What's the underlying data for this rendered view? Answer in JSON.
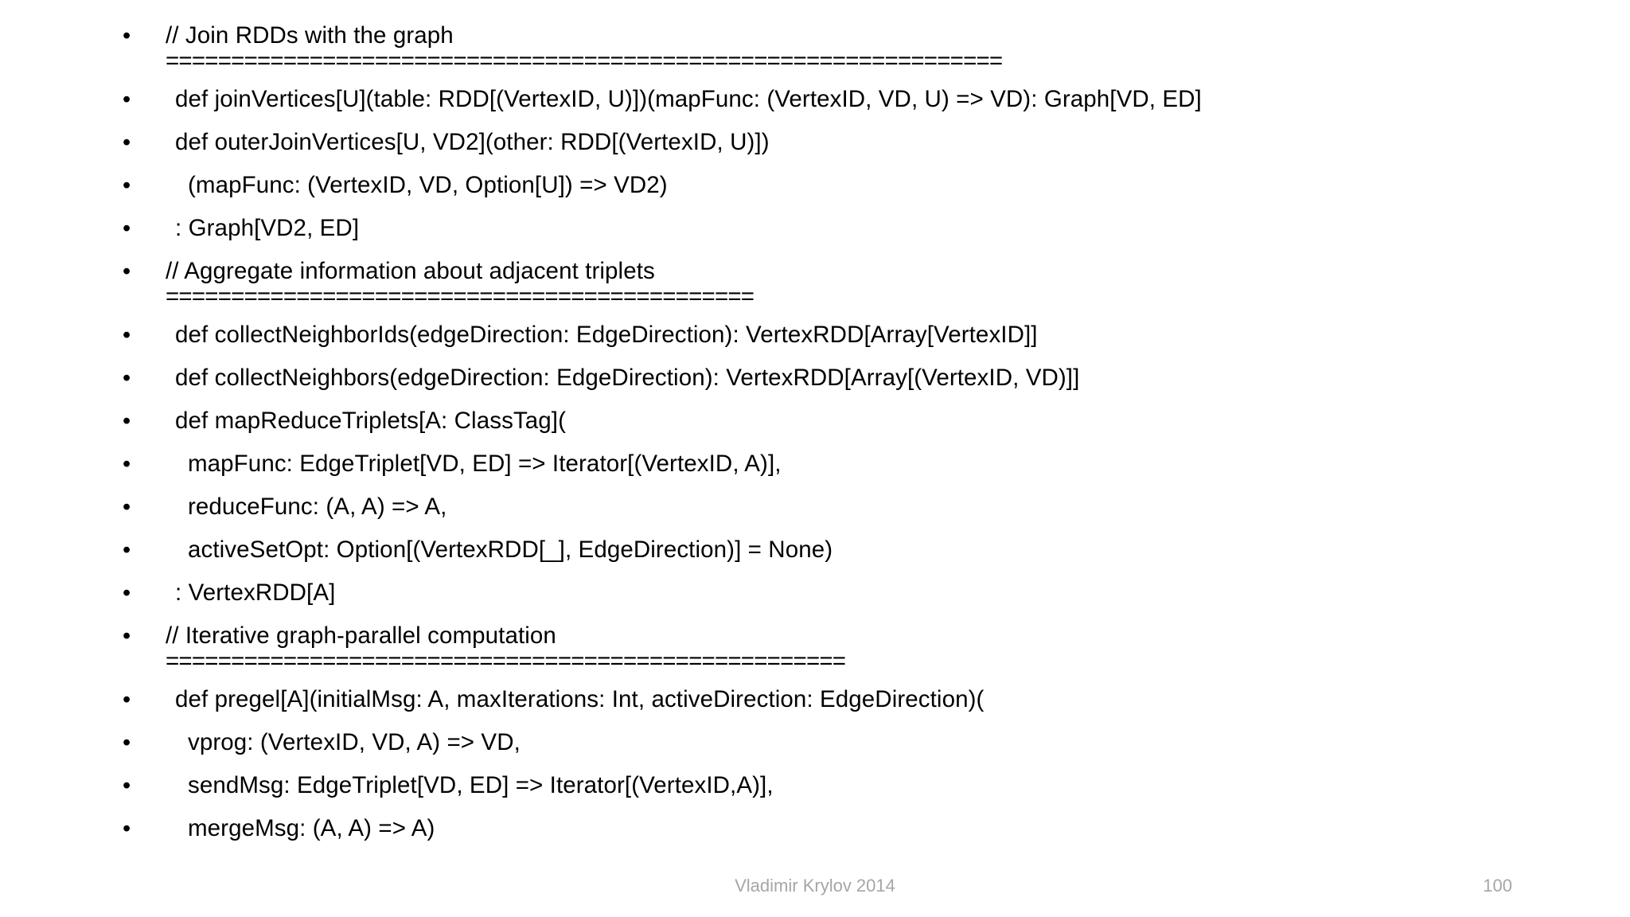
{
  "slide": {
    "bullet_glyph": "•",
    "lines": [
      {
        "text": "// Join RDDs with the graph",
        "indent": 1,
        "rule": "================================================================"
      },
      {
        "text": "def joinVertices[U](table: RDD[(VertexID, U)])(mapFunc: (VertexID, VD, U) => VD): Graph[VD, ED]",
        "indent": 2,
        "rule": ""
      },
      {
        "text": "def outerJoinVertices[U, VD2](other: RDD[(VertexID, U)])",
        "indent": 2,
        "rule": ""
      },
      {
        "text": "(mapFunc: (VertexID, VD, Option[U]) => VD2)",
        "indent": 3,
        "rule": ""
      },
      {
        "text": ": Graph[VD2, ED]",
        "indent": 2,
        "rule": ""
      },
      {
        "text": "// Aggregate information about adjacent triplets",
        "indent": 1,
        "rule": "============================================="
      },
      {
        "text": "def collectNeighborIds(edgeDirection: EdgeDirection): VertexRDD[Array[VertexID]]",
        "indent": 2,
        "rule": ""
      },
      {
        "text": "def collectNeighbors(edgeDirection: EdgeDirection): VertexRDD[Array[(VertexID, VD)]]",
        "indent": 2,
        "rule": ""
      },
      {
        "text": "def mapReduceTriplets[A: ClassTag](",
        "indent": 2,
        "rule": ""
      },
      {
        "text": "mapFunc: EdgeTriplet[VD, ED] => Iterator[(VertexID, A)],",
        "indent": 3,
        "rule": ""
      },
      {
        "text": "reduceFunc: (A, A) => A,",
        "indent": 3,
        "rule": ""
      },
      {
        "text": "activeSetOpt: Option[(VertexRDD[_], EdgeDirection)] = None)",
        "indent": 3,
        "rule": ""
      },
      {
        "text": ": VertexRDD[A]",
        "indent": 2,
        "rule": ""
      },
      {
        "text": "// Iterative graph-parallel computation",
        "indent": 1,
        "rule": "===================================================="
      },
      {
        "text": "def pregel[A](initialMsg: A, maxIterations: Int, activeDirection: EdgeDirection)(",
        "indent": 2,
        "rule": ""
      },
      {
        "text": "vprog: (VertexID, VD, A) => VD,",
        "indent": 3,
        "rule": ""
      },
      {
        "text": "sendMsg: EdgeTriplet[VD, ED] => Iterator[(VertexID,A)],",
        "indent": 3,
        "rule": ""
      },
      {
        "text": "mergeMsg: (A, A) => A)",
        "indent": 3,
        "rule": ""
      }
    ]
  },
  "footer": {
    "author": "Vladimir Krylov 2014",
    "slide_number": "100"
  },
  "colors": {
    "text": "#000000",
    "footer_text": "#a6a6a6",
    "background": "#ffffff"
  }
}
